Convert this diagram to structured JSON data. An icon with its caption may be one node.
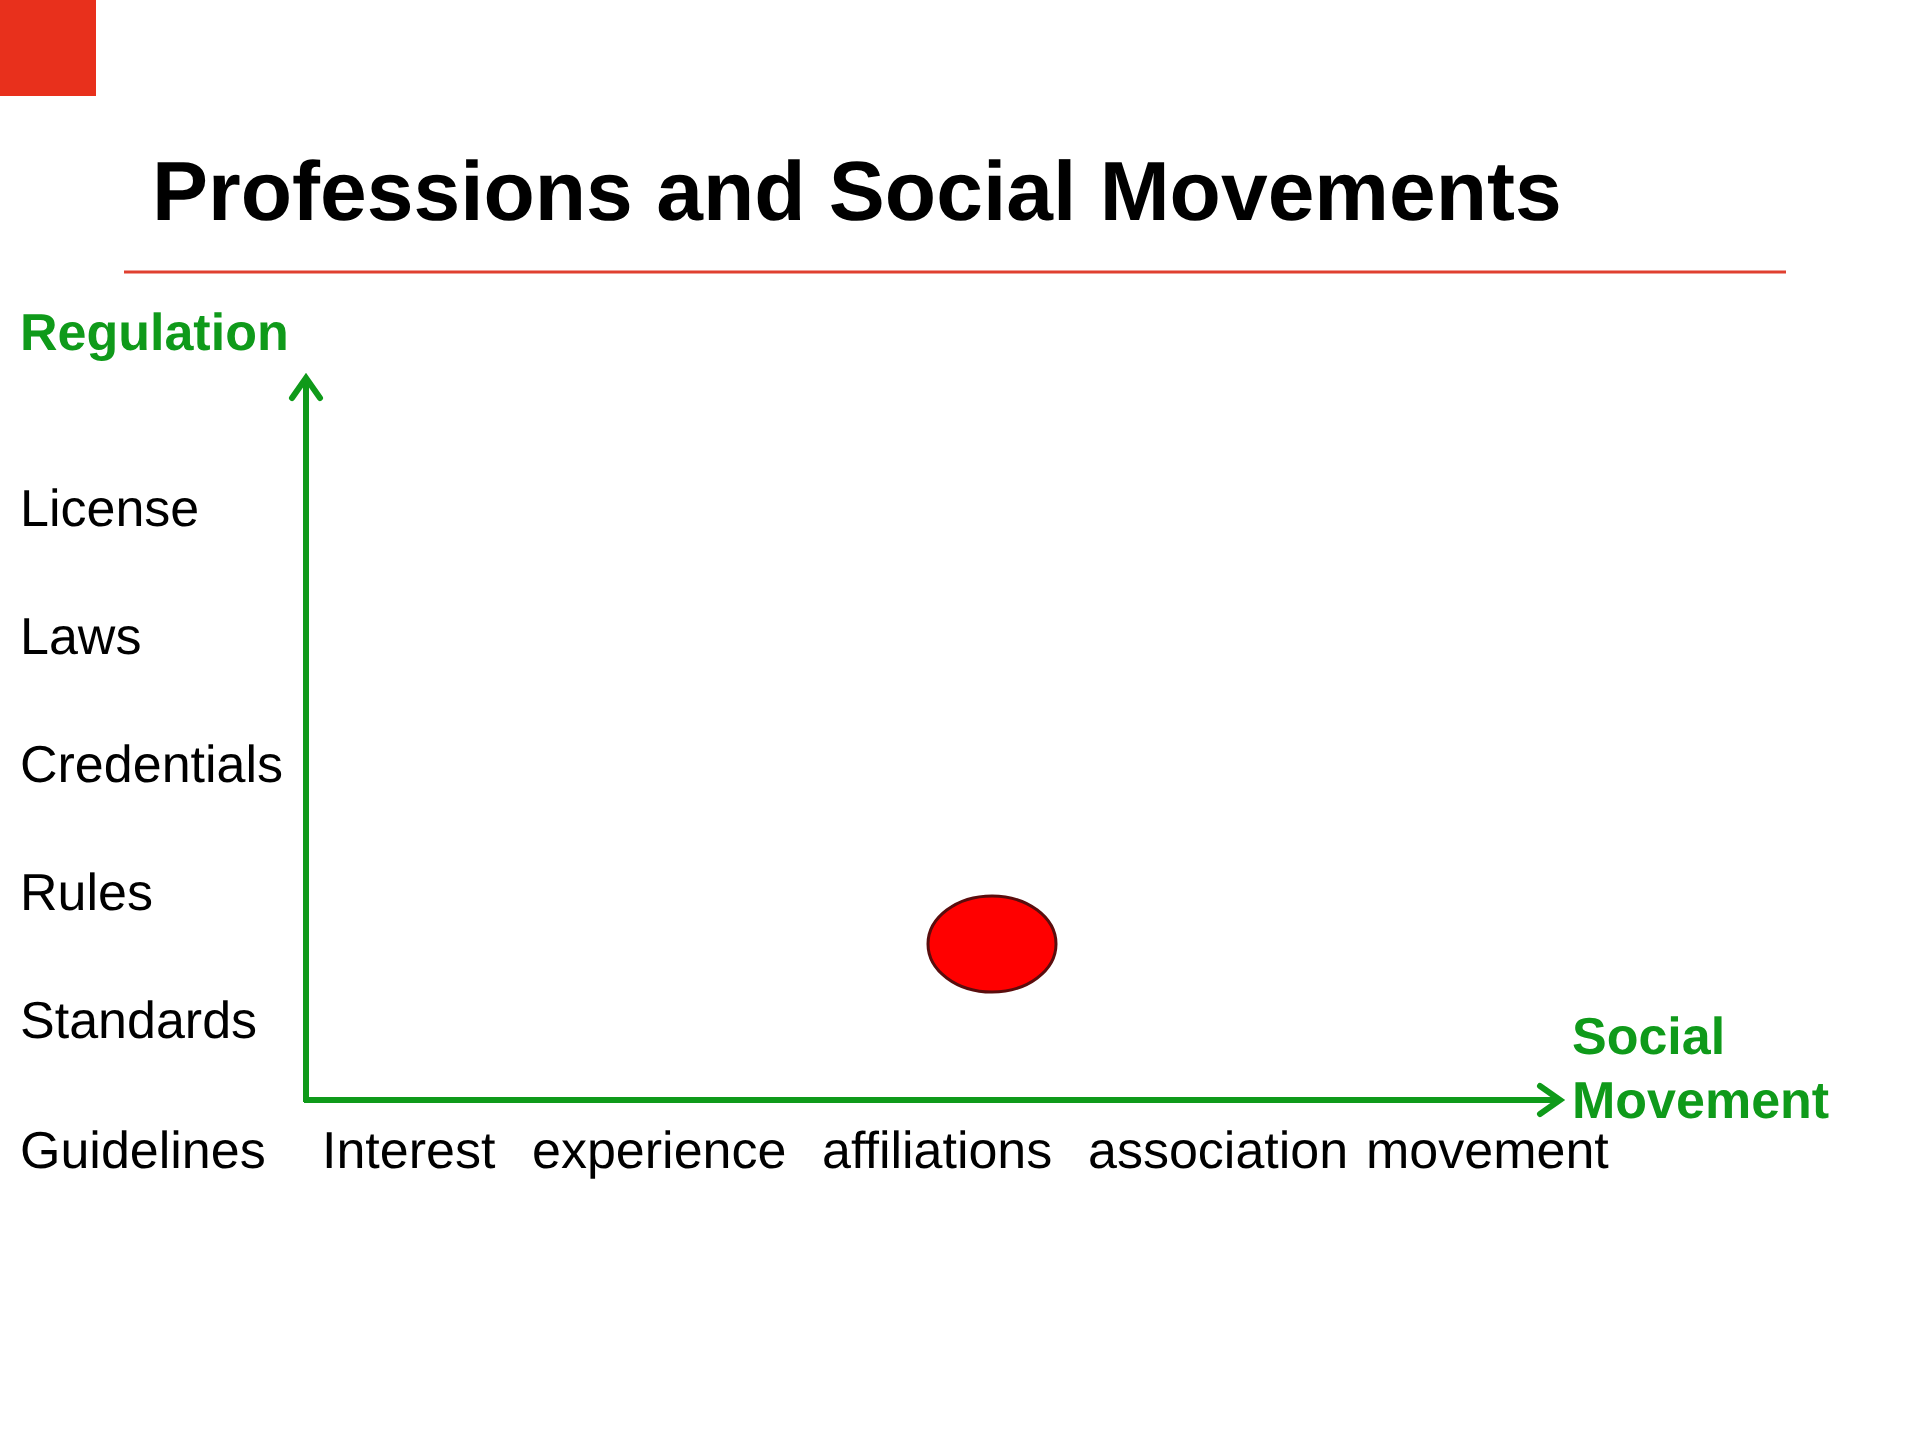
{
  "diagram": {
    "title": "Professions and Social Movements",
    "labels": [
      "Regulation",
      "License",
      "Laws",
      "Credentials",
      "Rules",
      "Standards",
      "Social Movement",
      "Guidelines",
      "Interest",
      "experience",
      "affiliations",
      "association",
      "movement"
    ]
  }
}
